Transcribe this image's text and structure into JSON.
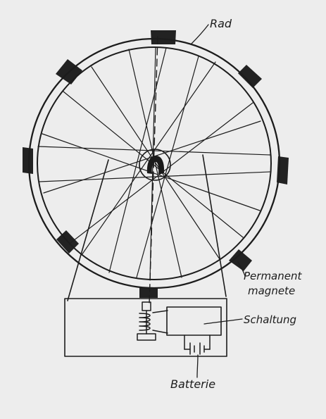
{
  "labels": {
    "wheel": "Rad",
    "magnets_line1": "Permanent",
    "magnets_line2": "magnete",
    "circuit": "Schaltung",
    "battery": "Batterie"
  },
  "ink_color": "#1c1c1c",
  "paper_color": "#ededed",
  "spoke_count": 24,
  "magnet_count": 8
}
